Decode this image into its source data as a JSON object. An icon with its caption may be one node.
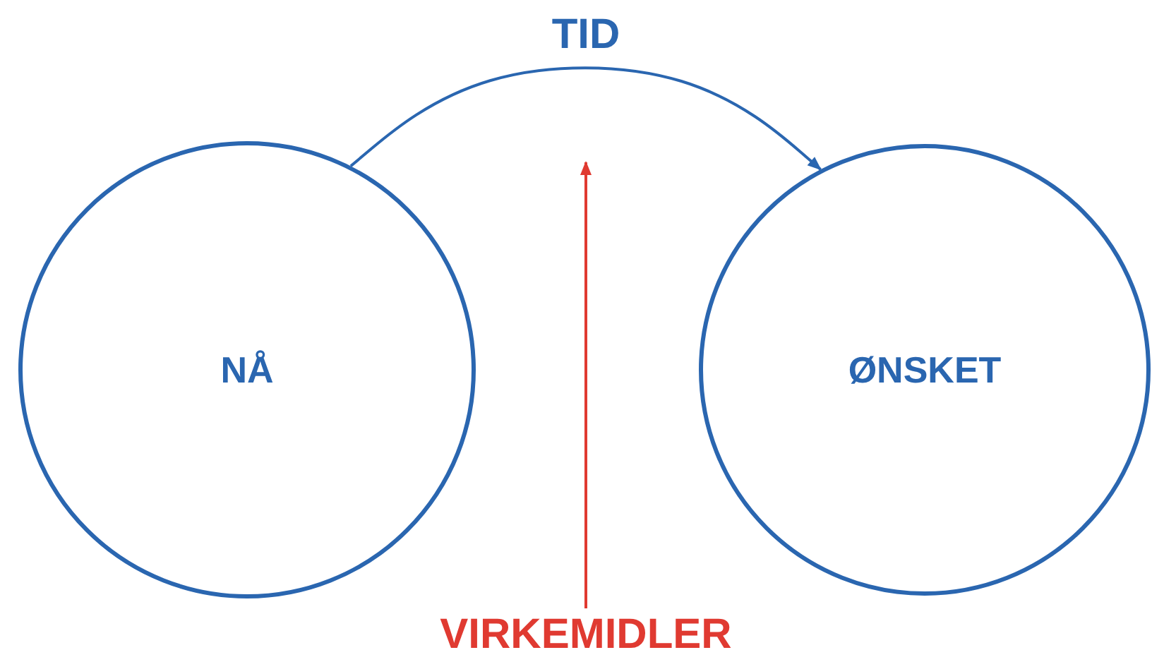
{
  "diagram": {
    "nodes": [
      {
        "text": [
          "NÅ"
        ]
      },
      {
        "text": [
          "ØNSKET"
        ]
      },
      {
        "text": [
          "VIRKEMIDLER"
        ]
      }
    ],
    "edges": [
      {
        "from": 0,
        "to": 1,
        "arrow": "to",
        "label": "TID"
      },
      {
        "from": 2,
        "to": null,
        "arrow": "to",
        "color": "#e03a31"
      }
    ]
  }
}
